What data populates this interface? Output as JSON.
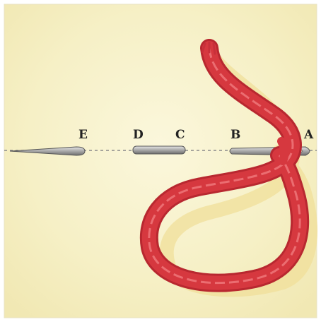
{
  "labels": {
    "a": "A",
    "b": "B",
    "c": "C",
    "d": "D",
    "e": "E"
  },
  "colors": {
    "background": "#f7f2c9",
    "thread": "#d6383f",
    "thread_highlight": "#f07a7e",
    "thread_shadow": "#f0df9a",
    "needle": "#9a9a9a",
    "stitch_line": "#8a8a8a",
    "label": "#222222"
  }
}
